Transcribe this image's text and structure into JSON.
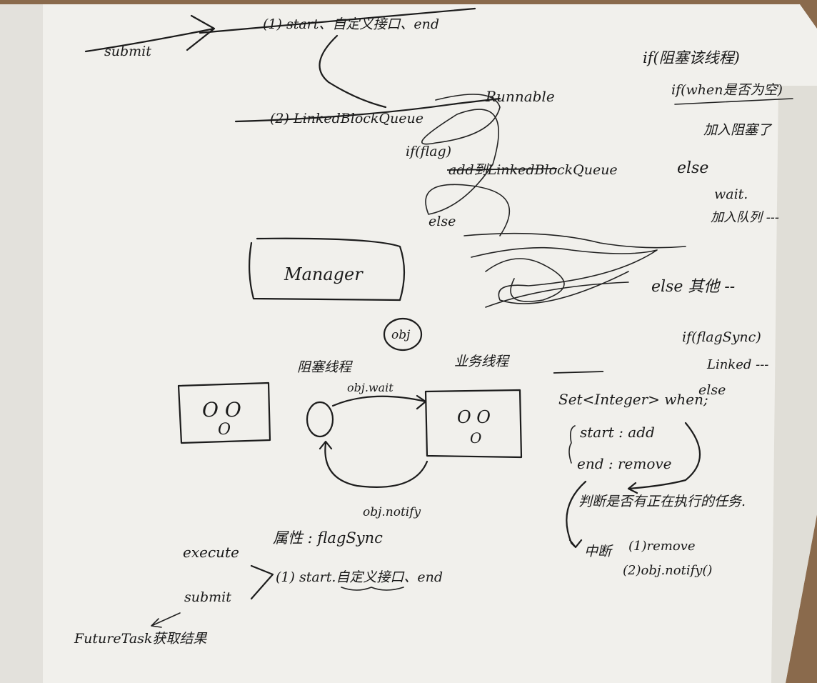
{
  "photo": {
    "subject": "handwritten-notebook-page",
    "colors": {
      "table": "#8a6a4c",
      "paper": "#f1f0ec",
      "paper_shadow": "#d9d7d1",
      "ink": "#1c1c1c"
    }
  },
  "notes": {
    "top": {
      "submit": "submit",
      "step_start": "(1) start、自定义接口、end",
      "step_queue": "(2) LinkedBlockQueue",
      "runnable": "Runnable",
      "if_flag": "if(flag)",
      "add_to_queue": "add到LinkedBlockQueue",
      "else": "else"
    },
    "right_margin": {
      "if_block": "if(阻塞该线程)",
      "if_when": "if(when是否为空)",
      "join": "加入阻塞了",
      "else": "else",
      "wait": "wait.",
      "join_queue": "加入队列 ---",
      "else_others": "else 其他 --"
    },
    "center": {
      "manager": "Manager",
      "obj": "obj"
    },
    "threads": {
      "blocked": "阻塞线程",
      "business": "业务线程",
      "wait_call": "obj.wait",
      "notify_call": "obj.notify",
      "face_left": "O O\n  O",
      "face_right": "O O\n  O"
    },
    "flags": {
      "if_flag_sync": "if(flagSync)",
      "linked": "Linked ---",
      "else": "else",
      "set_when": "Set<Integer> when;",
      "start_add": "start : add",
      "end_remove": "end : remove",
      "judge": "判断是否有正在执行的任务.",
      "interrupt": "中断",
      "remove_step": "(1)remove",
      "notify_step": "(2)obj.notify()"
    },
    "bottom": {
      "attribute": "属性 : flagSync",
      "execute": "execute",
      "submit": "submit",
      "step": "(1) start.自定义接口、end",
      "future_task": "FutureTask获取结果"
    }
  }
}
